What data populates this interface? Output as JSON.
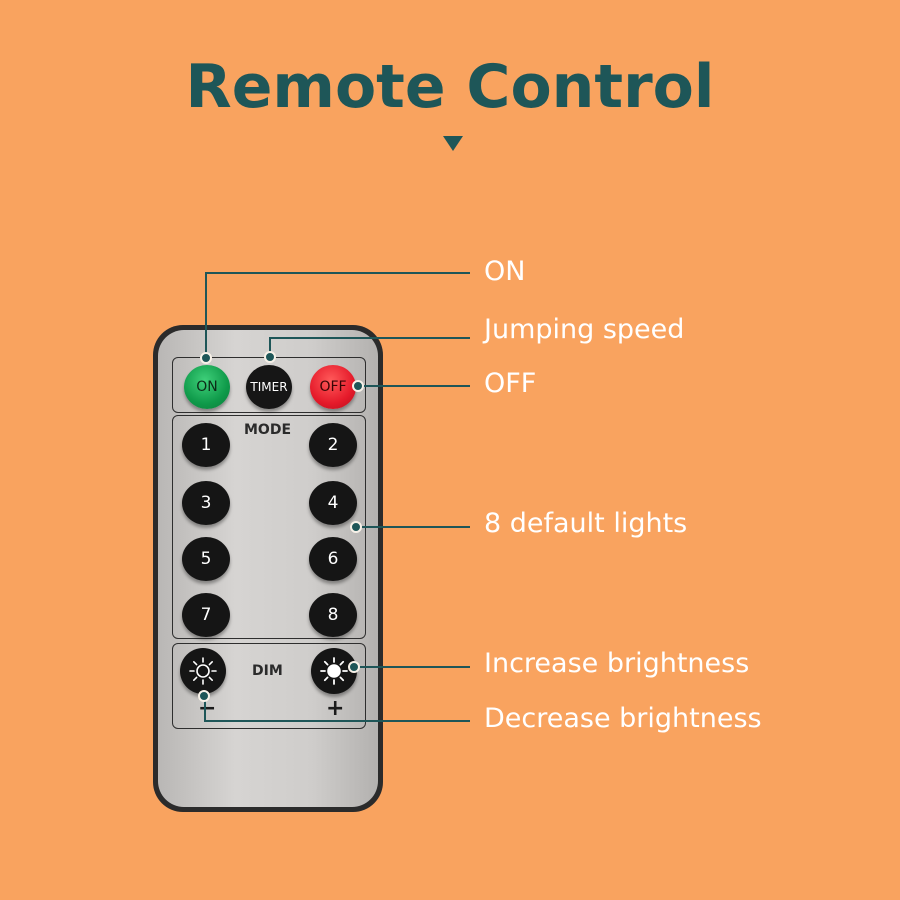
{
  "title": "Remote Control",
  "colors": {
    "background": "#f9a35f",
    "accent": "#1e5658",
    "label": "#ffffff"
  },
  "remote": {
    "top_buttons": [
      "ON",
      "TIMER",
      "OFF"
    ],
    "mode_label": "MODE",
    "mode_buttons": [
      "1",
      "2",
      "3",
      "4",
      "5",
      "6",
      "7",
      "8"
    ],
    "dim_label": "DIM",
    "minus": "−",
    "plus": "+"
  },
  "callouts": {
    "on": "ON",
    "jumping_speed": "Jumping speed",
    "off": "OFF",
    "default_lights": "8 default lights",
    "increase": "Increase brightness",
    "decrease": "Decrease brightness"
  },
  "icons": [
    "down-triangle-icon",
    "sun-icon"
  ]
}
